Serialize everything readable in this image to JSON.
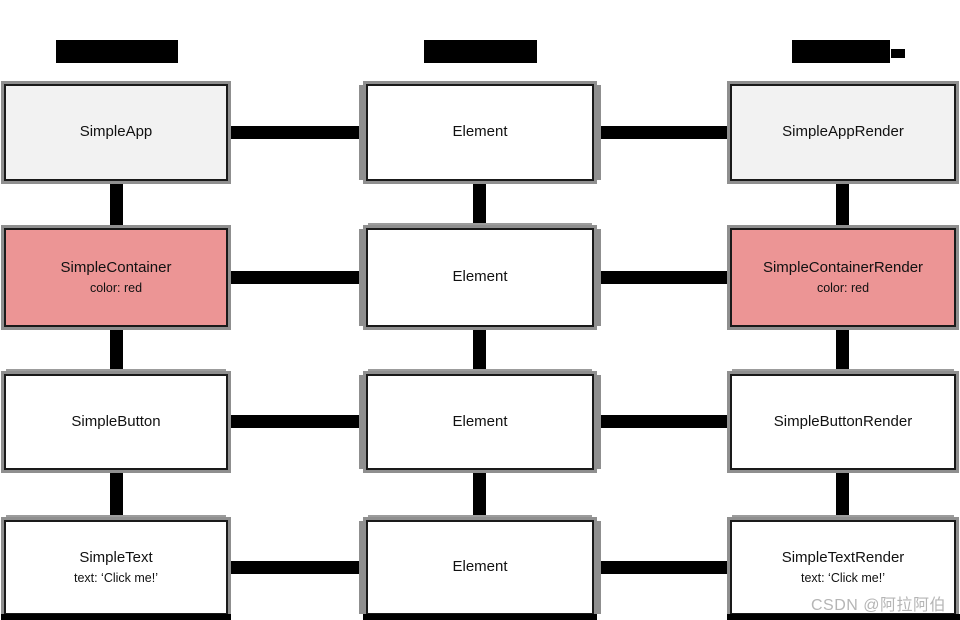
{
  "colors": {
    "node_border": "#1a1a1a",
    "node_edge_gray": "#8f8f8f",
    "connector_black": "#000000",
    "header_bar_black": "#000000",
    "pink_node_bg": "#ec9595",
    "gray_node_bg": "#f2f2f2",
    "white_node_bg": "#ffffff",
    "watermark_gray": "#b5b5b5"
  },
  "widget_tree": {
    "nodes": [
      {
        "label": "SimpleApp"
      },
      {
        "label": "SimpleContainer",
        "sublabel": "color: red"
      },
      {
        "label": "SimpleButton"
      },
      {
        "label": "SimpleText",
        "sublabel": "text: ‘Click me!’"
      }
    ]
  },
  "element_tree": {
    "nodes": [
      {
        "label": "Element"
      },
      {
        "label": "Element"
      },
      {
        "label": "Element"
      },
      {
        "label": "Element"
      }
    ]
  },
  "render_tree": {
    "nodes": [
      {
        "label": "SimpleAppRender"
      },
      {
        "label": "SimpleContainerRender",
        "sublabel": "color: red"
      },
      {
        "label": "SimpleButtonRender"
      },
      {
        "label": "SimpleTextRender",
        "sublabel": "text: ‘Click me!’"
      }
    ]
  },
  "watermark": "CSDN @阿拉阿伯"
}
